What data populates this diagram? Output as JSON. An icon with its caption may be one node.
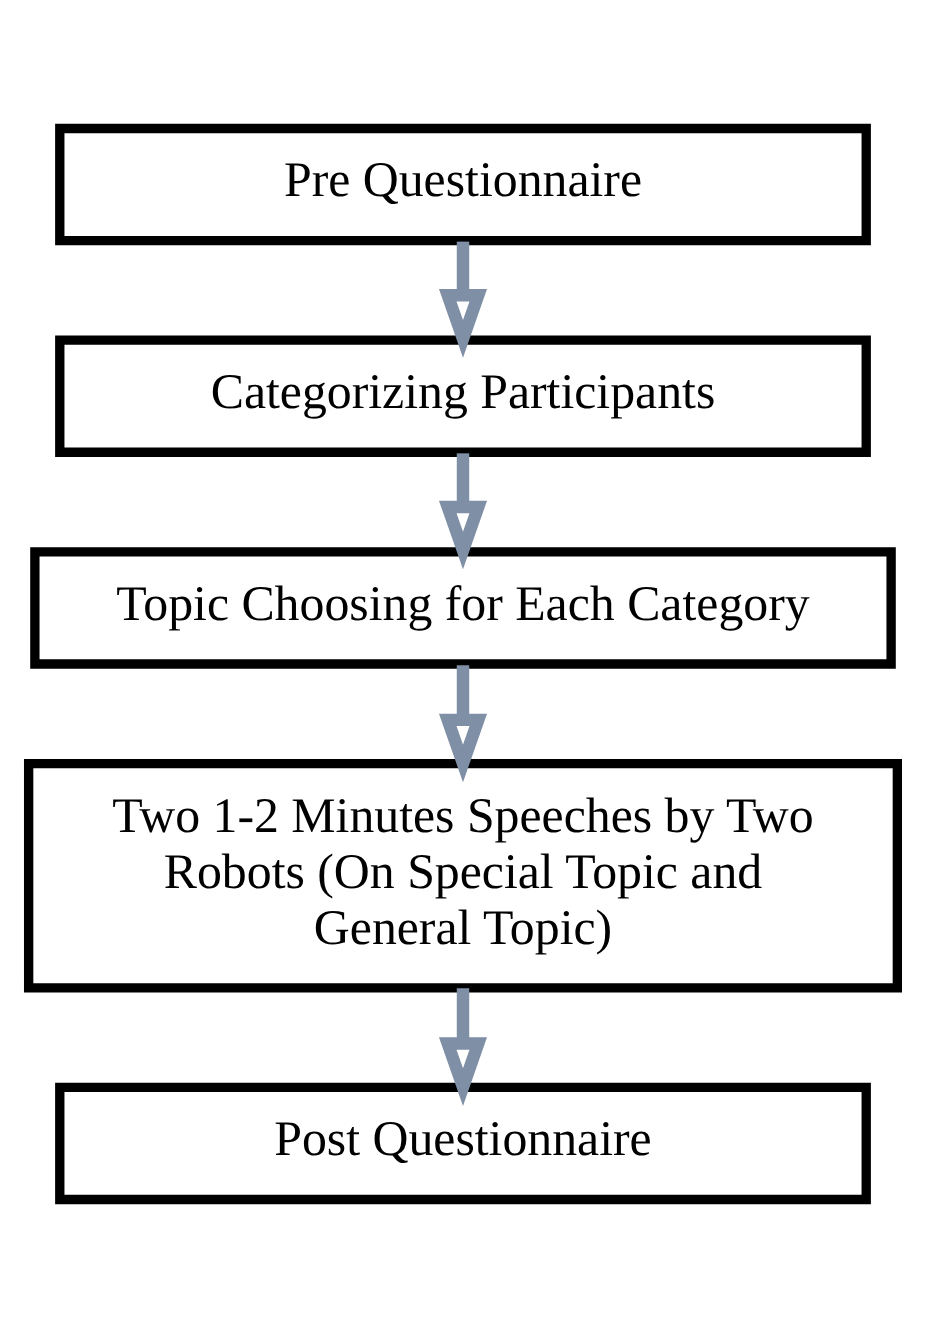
{
  "diagram": {
    "nodes": [
      {
        "text": [
          "Pre Questionnaire"
        ]
      },
      {
        "text": [
          "Categorizing Participants"
        ]
      },
      {
        "text": [
          "Topic Choosing for Each Category"
        ]
      },
      {
        "text": [
          "Two 1-2 Minutes Speeches by Two Robots (On Special Topic and General Topic)"
        ]
      },
      {
        "text": [
          "Post Questionnaire"
        ]
      }
    ],
    "edges": [
      {
        "from": 0,
        "to": 1,
        "arrow": "to"
      },
      {
        "from": 1,
        "to": 2,
        "arrow": "to"
      },
      {
        "from": 2,
        "to": 3,
        "arrow": "to"
      },
      {
        "from": 3,
        "to": 4,
        "arrow": "to"
      }
    ]
  }
}
